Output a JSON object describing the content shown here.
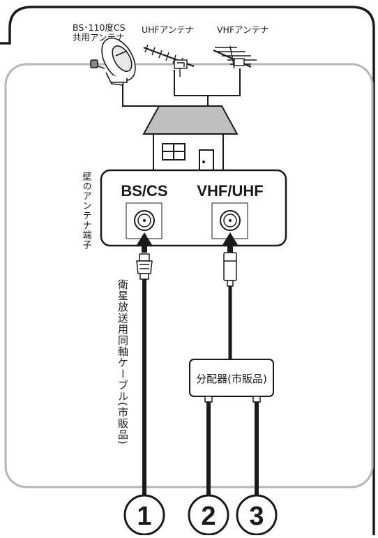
{
  "antennas": {
    "bs_cs_line1": "BS･110度CS",
    "bs_cs_line2": "共用アンテナ",
    "uhf": "UHFアンテナ",
    "vhf": "VHFアンテナ"
  },
  "wall_terminal": {
    "side_label": "壁のアンテナ端子",
    "bs_cs": "BS/CS",
    "vhf_uhf": "VHF/UHF"
  },
  "cable_label": "衛星放送用同軸ケーブル(市販品)",
  "splitter_label": "分配器(市販品)",
  "outputs": [
    "1",
    "2",
    "3"
  ],
  "colors": {
    "line": "#1a1a1a",
    "panel_border": "#b5b5b5",
    "roof": "#bfbfbf"
  }
}
